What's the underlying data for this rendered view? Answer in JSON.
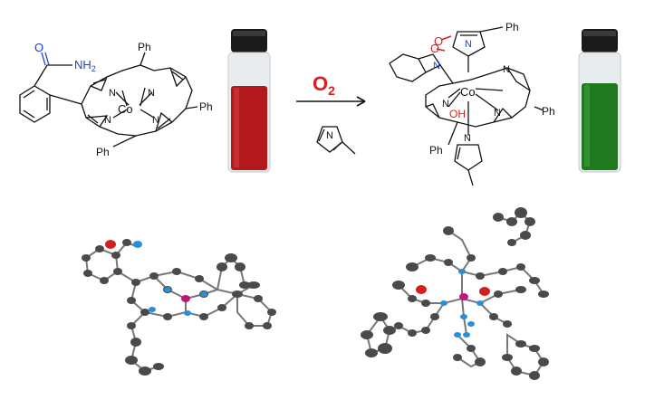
{
  "reactant": {
    "amide_label": "NH",
    "amide_sub": "2",
    "oxygen_label": "O",
    "metal_label": "Co",
    "nitrogen_label": "N",
    "substituent_label": "Ph"
  },
  "arrow": {
    "reagent_main": "O",
    "reagent_sub": "2",
    "imidazole_n_label": "N"
  },
  "product": {
    "metal_label": "Co",
    "nitrogen_label": "N",
    "oxygen_label": "O",
    "hydroxyl_label": "OH",
    "substituent_label": "Ph"
  },
  "vials": {
    "reactant_color": "#b3181d",
    "product_color": "#1f7a1f",
    "cap_color": "#1a1a1a"
  },
  "colors": {
    "heteroatom_blue": "#1f3fd0",
    "heteroatom_red": "#e01d1d",
    "bond_black": "#111111",
    "ortep_carbon": "#4a4a4a",
    "ortep_nitrogen": "#2a8fd6",
    "ortep_oxygen": "#d21f1f",
    "ortep_cobalt": "#c0187a"
  }
}
